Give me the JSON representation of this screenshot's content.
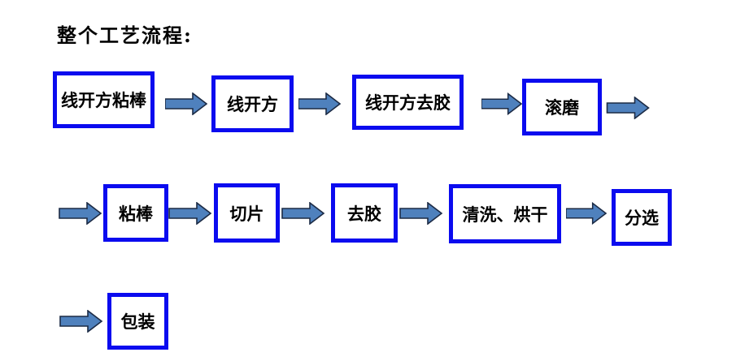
{
  "title": "整个工艺流程:",
  "colors": {
    "box_border": "#0b0bef",
    "box_fill": "#ffffff",
    "arrow_fill": "#4f81bd",
    "arrow_stroke": "#1c2b45",
    "text": "#000000"
  },
  "rows": [
    {
      "steps": [
        "线开方粘棒",
        "线开方",
        "线开方去胶",
        "滚磨"
      ]
    },
    {
      "steps": [
        "粘棒",
        "切片",
        "去胶",
        "清洗、烘干",
        "分选"
      ]
    },
    {
      "steps": [
        "包装"
      ]
    }
  ]
}
